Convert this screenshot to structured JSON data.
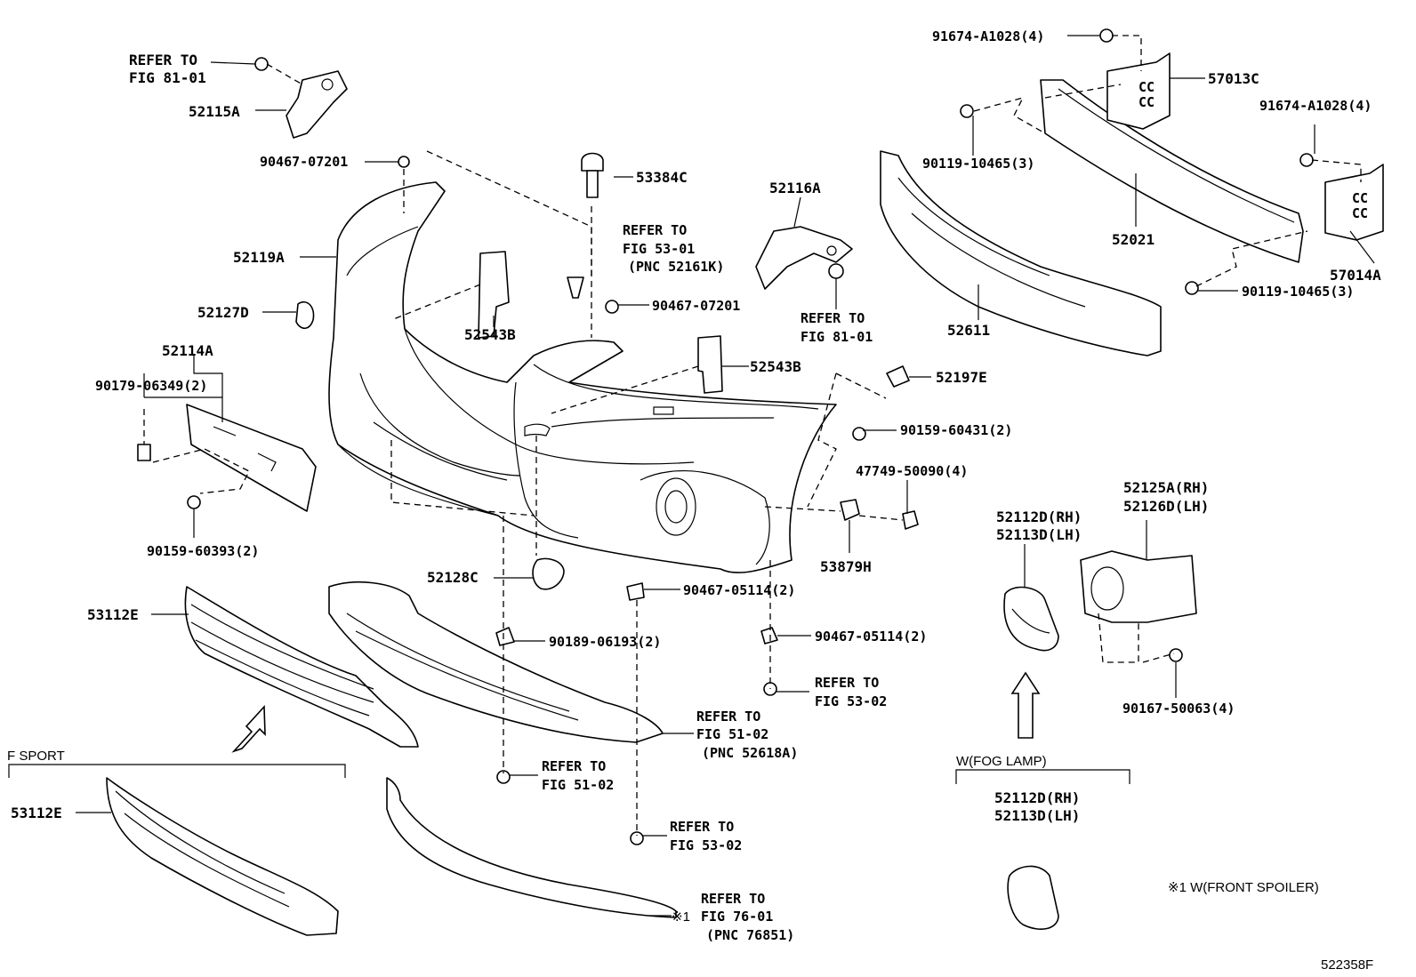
{
  "diagram": {
    "ref_code": "522358F",
    "groups": {
      "f_sport": "F SPORT",
      "fog_lamp": "W(FOG LAMP)",
      "front_spoiler_note": "※1 W(FRONT SPOILER)"
    },
    "labels": {
      "p_refer_81_a1": "REFER TO",
      "p_refer_81_a2": "FIG 81-01",
      "p_52115A": "52115A",
      "p_90467_07201_a": "90467-07201",
      "p_53384C": "53384C",
      "p_52116A": "52116A",
      "p_refer_53_01_1": "REFER TO",
      "p_refer_53_01_2": "FIG 53-01",
      "p_refer_53_01_3": "(PNC 52161K)",
      "p_52119A": "52119A",
      "p_52127D": "52127D",
      "p_90467_07201_b": "90467-07201",
      "p_52543B_a": "52543B",
      "p_refer_81_b1": "REFER TO",
      "p_refer_81_b2": "FIG 81-01",
      "p_52114A": "52114A",
      "p_90179_06349": "90179-06349(2)",
      "p_52543B_b": "52543B",
      "p_52197E": "52197E",
      "p_90159_60431": "90159-60431(2)",
      "p_47749_50090": "47749-50090(4)",
      "p_90159_60393": "90159-60393(2)",
      "p_52128C": "52128C",
      "p_53879H": "53879H",
      "p_53112E_a": "53112E",
      "p_90467_05114_a": "90467-05114(2)",
      "p_90189_06193": "90189-06193(2)",
      "p_90467_05114_b": "90467-05114(2)",
      "p_refer_53_02_a1": "REFER TO",
      "p_refer_53_02_a2": "FIG 53-02",
      "p_refer_51_02_a1": "REFER TO",
      "p_refer_51_02_a2": "FIG 51-02",
      "p_refer_51_02_a3": "(PNC 52618A)",
      "p_refer_51_02_b1": "REFER TO",
      "p_refer_51_02_b2": "FIG 51-02",
      "p_refer_53_02_b1": "REFER TO",
      "p_refer_53_02_b2": "FIG 53-02",
      "p_53112E_b": "53112E",
      "p_refer_76_1": "REFER TO",
      "p_refer_76_2": "FIG 76-01",
      "p_refer_76_3": "(PNC 76851)",
      "p_note_mark": "※1",
      "p_91674_a": "91674-A1028(4)",
      "p_57013C": "57013C",
      "p_91674_b": "91674-A1028(4)",
      "p_90119_a": "90119-10465(3)",
      "p_52021": "52021",
      "p_57014A": "57014A",
      "p_90119_b": "90119-10465(3)",
      "p_52611": "52611",
      "p_52112D_a": "52112D(RH)",
      "p_52113D_a": "52113D(LH)",
      "p_52125A": "52125A(RH)",
      "p_52126D": "52126D(LH)",
      "p_90167_50063": "90167-50063(4)",
      "p_52112D_b": "52112D(RH)",
      "p_52113D_b": "52113D(LH)"
    }
  }
}
